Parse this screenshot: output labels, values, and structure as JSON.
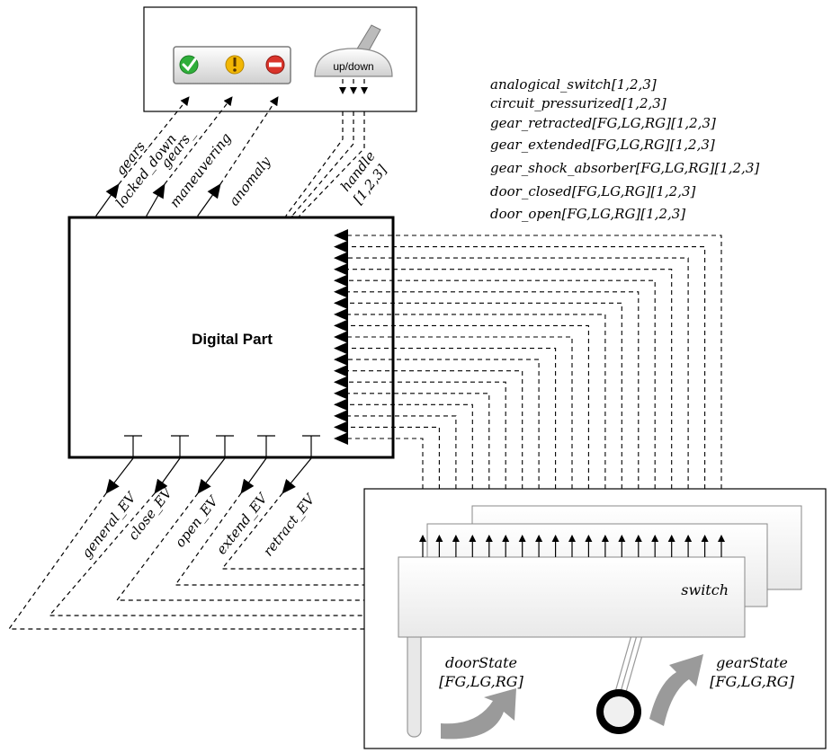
{
  "cockpit": {
    "handle_label": "up/down",
    "lights": [
      {
        "icon": "check-circle-icon",
        "color": "#2fae3a"
      },
      {
        "icon": "warning-triangle-icon",
        "color": "#f2b705"
      },
      {
        "icon": "stop-circle-icon",
        "color": "#d9342b"
      }
    ]
  },
  "digital_part": {
    "title": "Digital Part"
  },
  "outputs_top": [
    {
      "line1": "gears_",
      "line2": "locked_down"
    },
    {
      "line1": "gears_",
      "line2": "maneuvering"
    },
    {
      "line1": "anomaly",
      "line2": ""
    }
  ],
  "handle_input": {
    "line1": "handle",
    "line2": "[1,2,3]"
  },
  "sensors": [
    "analogical_switch[1,2,3]",
    "circuit_pressurized[1,2,3]",
    "gear_retracted[FG,LG,RG][1,2,3]",
    "gear_extended[FG,LG,RG][1,2,3]",
    "gear_shock_absorber[FG,LG,RG][1,2,3]",
    "door_closed[FG,LG,RG][1,2,3]",
    "door_open[FG,LG,RG][1,2,3]"
  ],
  "ev_outputs": [
    "general_EV",
    "close_EV",
    "open_EV",
    "extend_EV",
    "retract_EV"
  ],
  "analog_part": {
    "switch_label": "switch",
    "door_state": {
      "line1": "doorState",
      "line2": "[FG,LG,RG]"
    },
    "gear_state": {
      "line1": "gearState",
      "line2": "[FG,LG,RG]"
    }
  },
  "colors": {
    "line": "#000000",
    "box_fill": "#f4f4f4",
    "curved_arrow": "#9a9a9a"
  }
}
